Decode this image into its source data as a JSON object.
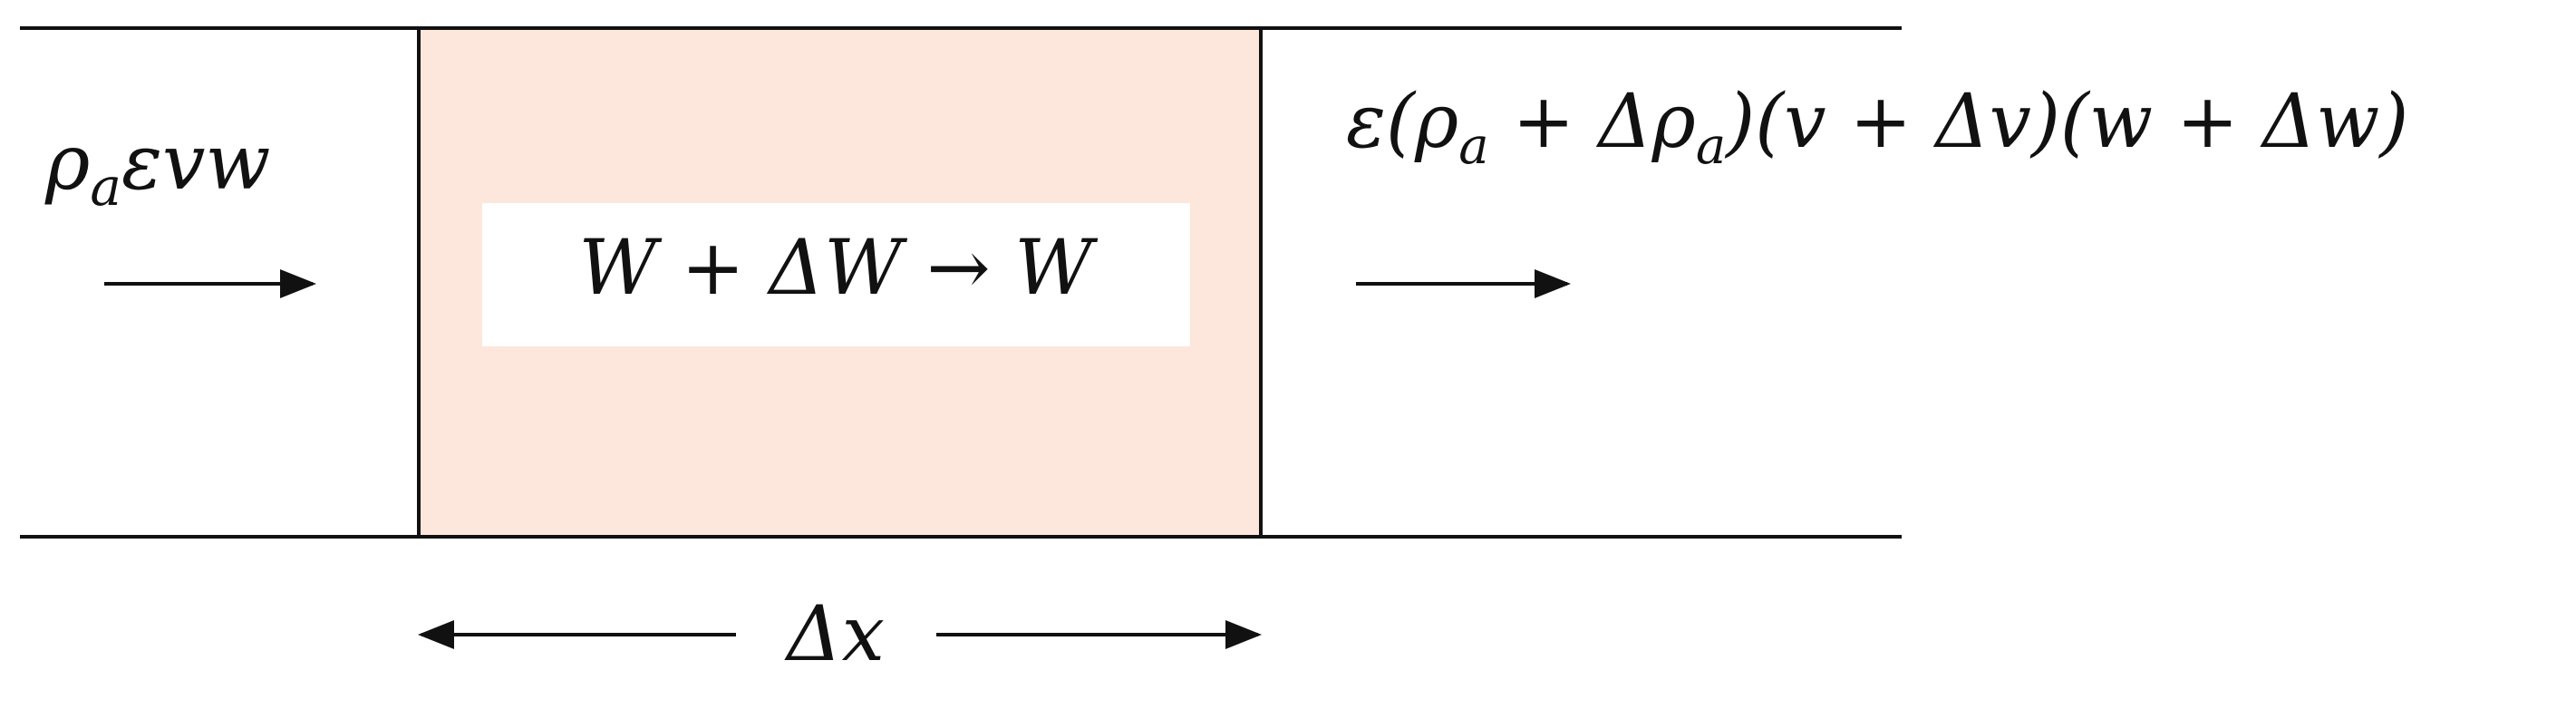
{
  "diagram": {
    "inflow_label": {
      "rho": "ρ",
      "sub_a": "a",
      "rest": "εvw"
    },
    "outflow_label": {
      "p1": "ε(ρ",
      "sub1": "a",
      "p2": " + Δρ",
      "sub2": "a",
      "p3": ")(v + Δv)(w + Δw)"
    },
    "control_volume_label": "W + ΔW → W",
    "width_label": "Δx",
    "colors": {
      "control_volume_fill": "#fde6db",
      "inner_box_fill": "#ffffff",
      "lines": "#111111"
    },
    "icons": {
      "inflow_arrow": "right-arrow-icon",
      "outflow_arrow": "right-arrow-icon",
      "width_arrow_left": "left-arrow-icon",
      "width_arrow_right": "right-arrow-icon"
    }
  }
}
